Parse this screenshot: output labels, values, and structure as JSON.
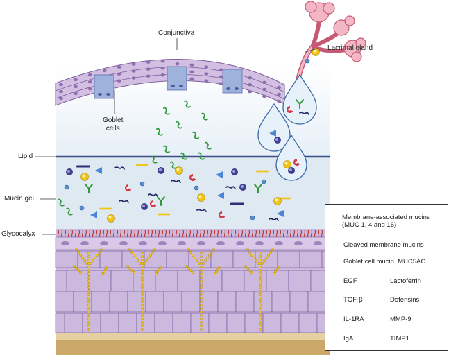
{
  "labels": {
    "conjunctiva": "Conjunctiva",
    "lacrimal_gland": "Lacrimal gland",
    "goblet_cells": "Goblet\ncells",
    "lipid": "Lipid",
    "mucin_gel": "Mucin gel",
    "glycocalyx": "Glycocalyx"
  },
  "legend": {
    "membrane_mucins": "Membrane-associated mucins (MUC 1, 4 and 16)",
    "cleaved_mucins": "Cleaved membrane mucins",
    "goblet_mucin": "Goblet cell mucin, MUC5AC",
    "egf": "EGF",
    "lactoferrin": "Lactoferrin",
    "tgf": "TGF-β",
    "defensins": "Defensins",
    "il1ra": "IL-1RA",
    "mmp9": "MMP-9",
    "iga": "IgA",
    "timp1": "TIMP1"
  },
  "colors": {
    "membrane_mucin": "#c0392b",
    "cleaved_mucin": "#2e9a3a",
    "goblet_mucin": "#1f2a6b",
    "egf": "#f2c318",
    "lactoferrin": "#2a2f7a",
    "tgf": "#3d3f8f",
    "defensins": "#f0c419",
    "il1ra": "#5a8fd0",
    "mmp9": "#d23c4a",
    "iga": "#2e9a3a",
    "timp1": "#4a86d8",
    "epithelium": "#c8b7dc",
    "gel": "#dfe9f1",
    "lacrimal": "#f3b6c4"
  }
}
